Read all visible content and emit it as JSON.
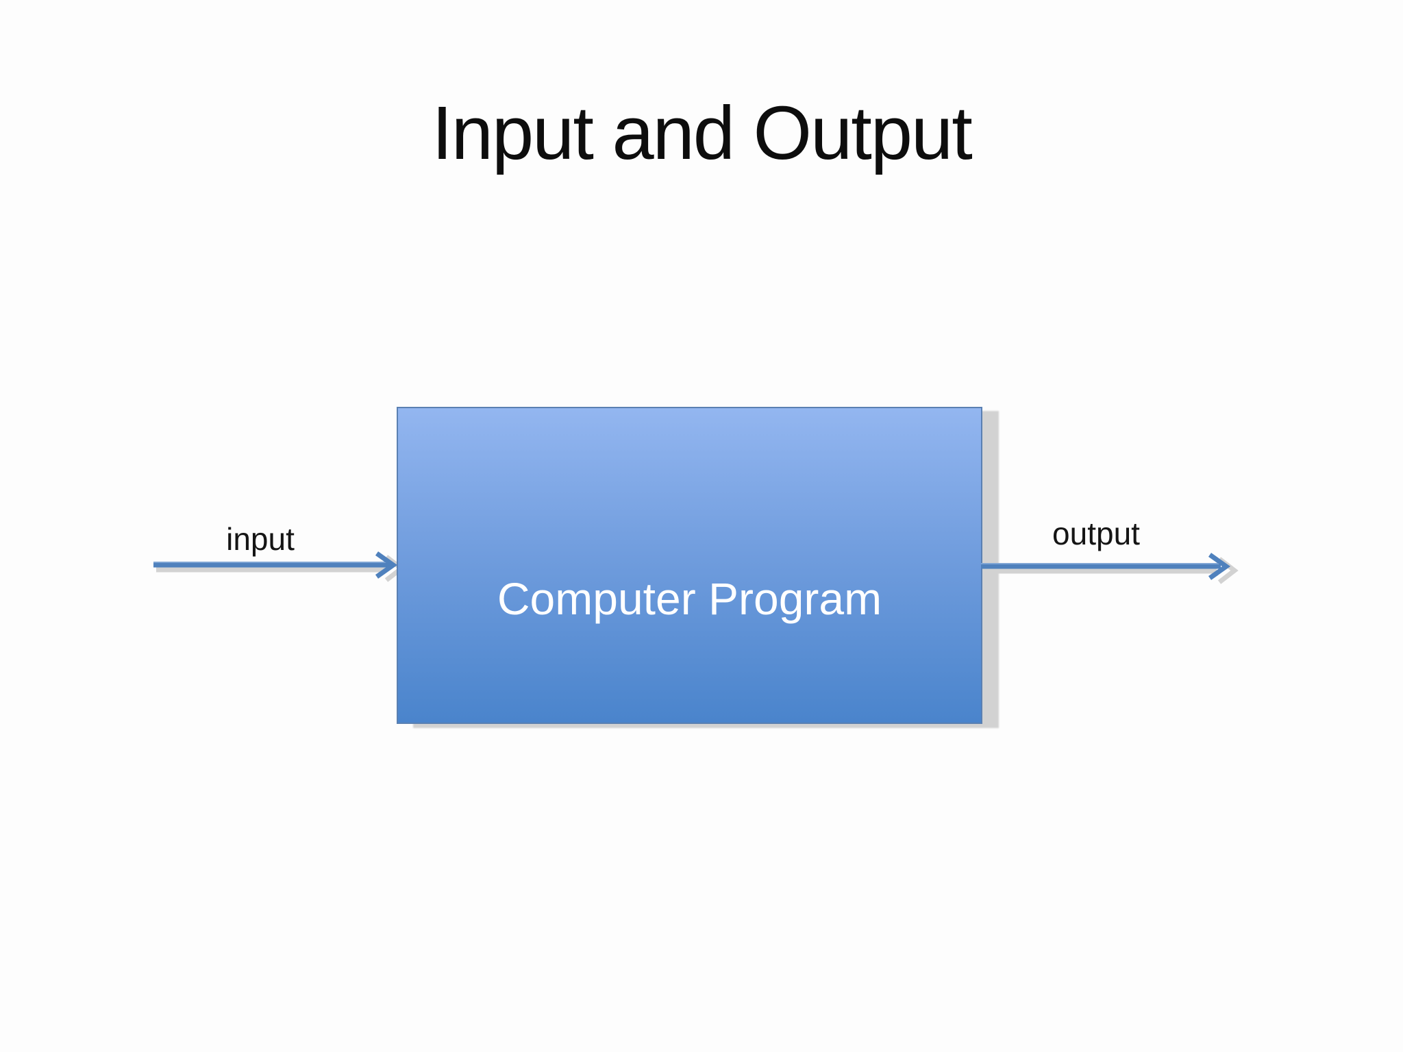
{
  "slide": {
    "title": "Input and Output",
    "diagram": {
      "box_label": "Computer Program",
      "input_label": "input",
      "output_label": "output"
    },
    "colors": {
      "arrow_blue": "#4f81bd",
      "shadow_gray": "#d2d2d2",
      "box_gradient_top": "#93b6f0",
      "box_gradient_mid": "#6f9cdd",
      "box_gradient_bottom": "#4a84cc",
      "box_border": "#5a80b2",
      "title_text": "#0d0d0d",
      "label_text": "#151515",
      "box_text": "#ffffff",
      "background": "#fdfdfd"
    }
  }
}
